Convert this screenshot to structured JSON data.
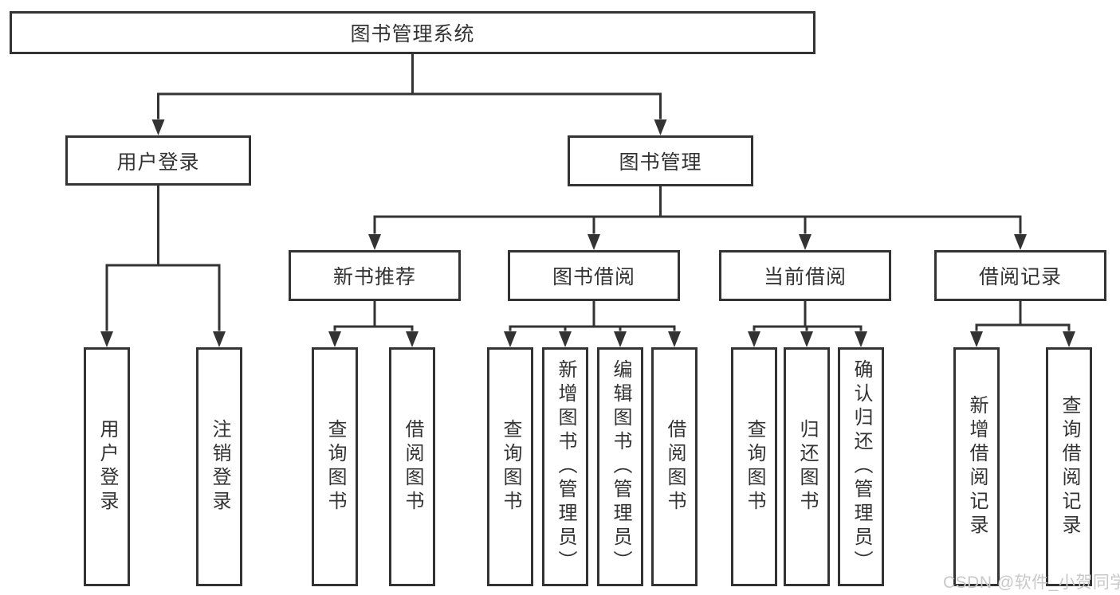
{
  "root": {
    "label": "图书管理系统"
  },
  "branches": [
    {
      "label": "用户登录"
    },
    {
      "label": "图书管理"
    }
  ],
  "modules": [
    {
      "label": "新书推荐"
    },
    {
      "label": "图书借阅"
    },
    {
      "label": "当前借阅"
    },
    {
      "label": "借阅记录"
    }
  ],
  "leaves": [
    {
      "label": "用户登录"
    },
    {
      "label": "注销登录"
    },
    {
      "label": "查询图书"
    },
    {
      "label": "借阅图书"
    },
    {
      "label": "查询图书"
    },
    {
      "label": "新增图书（管理员）"
    },
    {
      "label": "编辑图书（管理员）"
    },
    {
      "label": "借阅图书"
    },
    {
      "label": "查询图书"
    },
    {
      "label": "归还图书"
    },
    {
      "label": "确认归还（管理员）"
    },
    {
      "label": "新增借阅记录"
    },
    {
      "label": "查询借阅记录"
    }
  ],
  "watermark": {
    "text": "CSDN @软件_小贺同学"
  },
  "colors": {
    "line": "#333333",
    "text": "#333333",
    "box_background": "#ffffff",
    "watermark": "#c8c8c8",
    "page_background": "#ffffff"
  }
}
